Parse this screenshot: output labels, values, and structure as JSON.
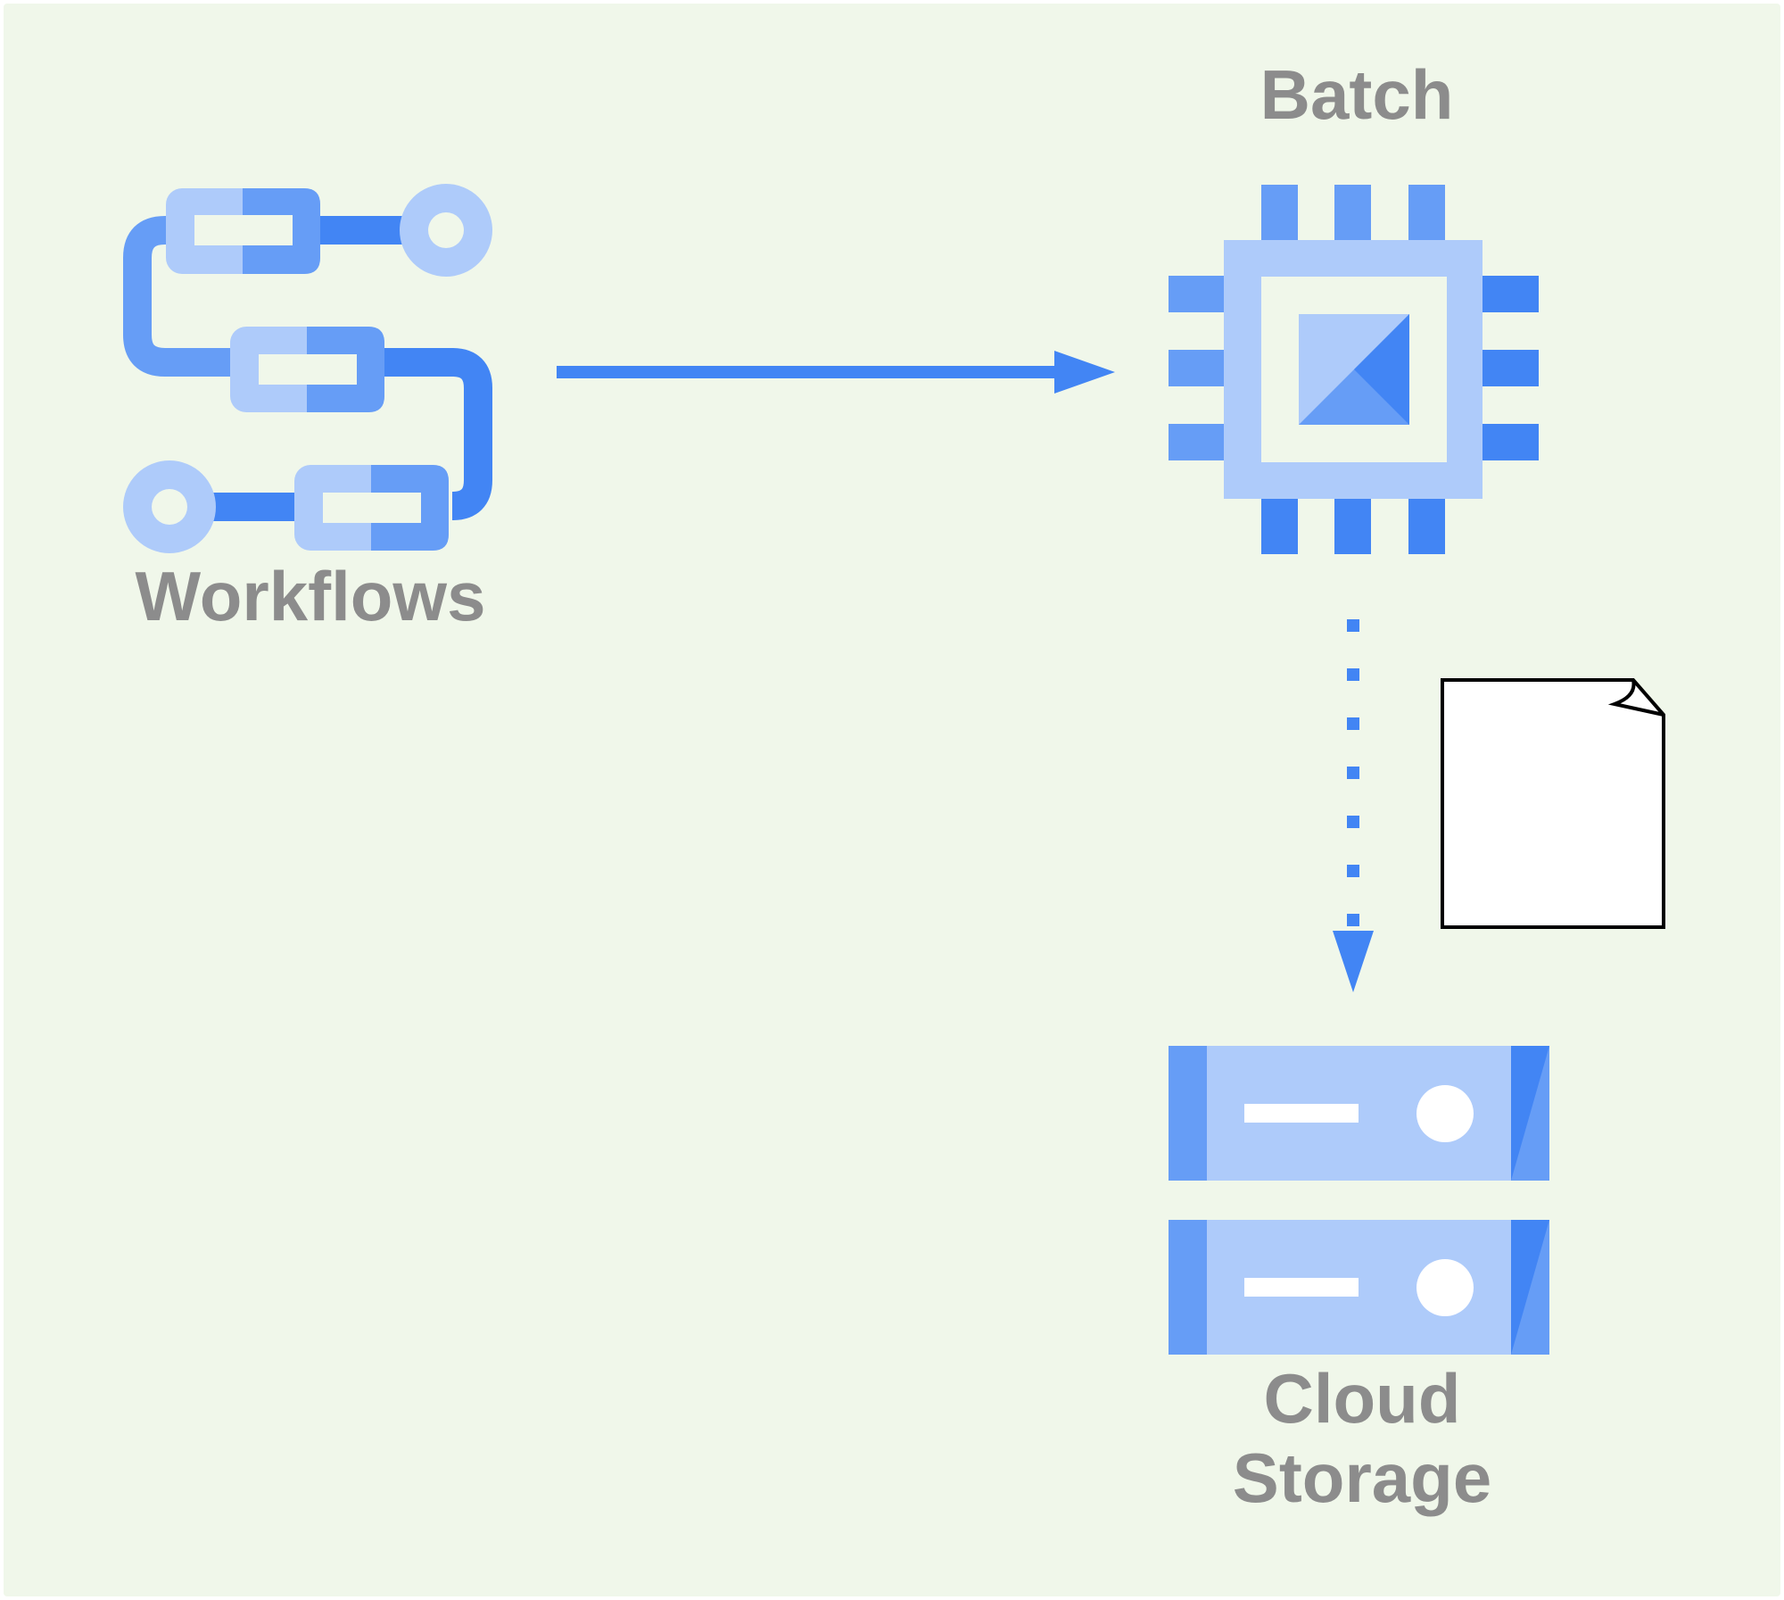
{
  "colors": {
    "background": "#f0f7ea",
    "blue_dark": "#4285f4",
    "blue_mid": "#669df6",
    "blue_light": "#aecbfa",
    "label_gray": "#8c8c8c",
    "document_fill": "#ffffff",
    "document_stroke": "#000000"
  },
  "nodes": {
    "workflows": {
      "label": "Workflows",
      "icon": "workflows-icon"
    },
    "batch": {
      "label": "Batch",
      "icon": "compute-chip-icon"
    },
    "storage": {
      "label_line1": "Cloud",
      "label_line2": "Storage",
      "icon": "storage-server-icon"
    },
    "document": {
      "icon": "document-icon"
    }
  },
  "edges": [
    {
      "from": "Workflows",
      "to": "Batch",
      "style": "solid"
    },
    {
      "from": "Batch",
      "to": "Cloud Storage",
      "style": "dotted"
    }
  ]
}
